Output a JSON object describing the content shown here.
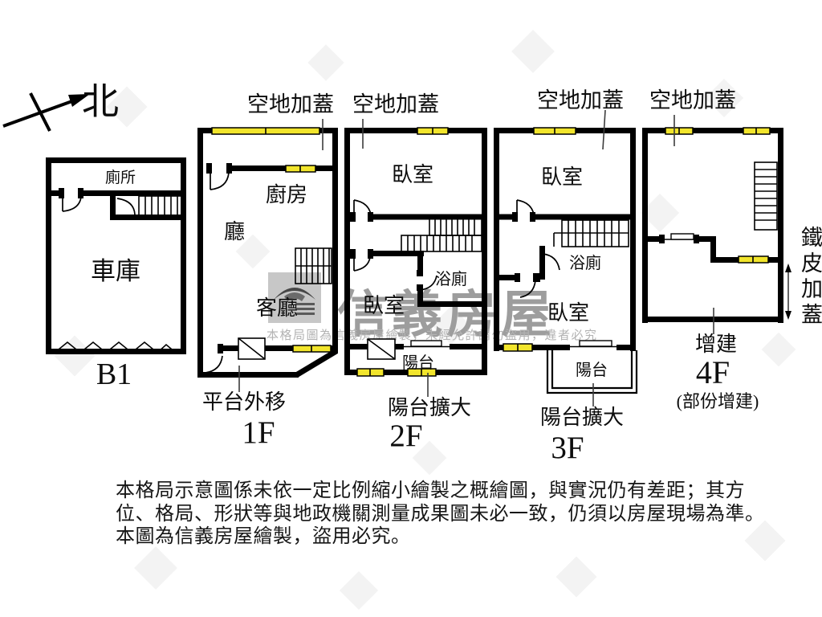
{
  "compass": {
    "north": "北"
  },
  "watermark": {
    "brand": "信義房屋",
    "notice": "本格局圖為信義房屋繪製，未經允許請勿盜用，違者必究"
  },
  "floors": {
    "b1": {
      "label": "B1",
      "toilet": "廁所",
      "garage": "車庫"
    },
    "f1": {
      "label": "1F",
      "rooftop": "空地加蓋",
      "kitchen": "廚房",
      "hall": "廳",
      "living": "客廳",
      "annotation": "平台外移"
    },
    "f2": {
      "label": "2F",
      "rooftop": "空地加蓋",
      "bedroom_upper": "臥室",
      "bath": "浴廁",
      "bedroom_lower": "臥室",
      "balcony": "陽台",
      "annotation": "陽台擴大"
    },
    "f3": {
      "label": "3F",
      "rooftop": "空地加蓋",
      "bedroom_upper": "臥室",
      "bath": "浴廁",
      "bedroom_lower": "臥室",
      "balcony": "陽台",
      "annotation": "陽台擴大"
    },
    "f4": {
      "label": "4F",
      "rooftop": "空地加蓋",
      "annotation": "增建",
      "sub_annotation": "(部份增建)",
      "side_annotation": "鐵皮加蓋"
    }
  },
  "disclaimer": {
    "line1": "本格局示意圖係未依一定比例縮小繪製之概繪圖，與實況仍有差距；其方",
    "line2": "位、格局、形狀等與地政機關測量成果圖未必一致，仍須以房屋現場為準。",
    "line3": "本圖為信義房屋繪製，盜用必究。"
  },
  "colors": {
    "window": "#f2e52c"
  }
}
